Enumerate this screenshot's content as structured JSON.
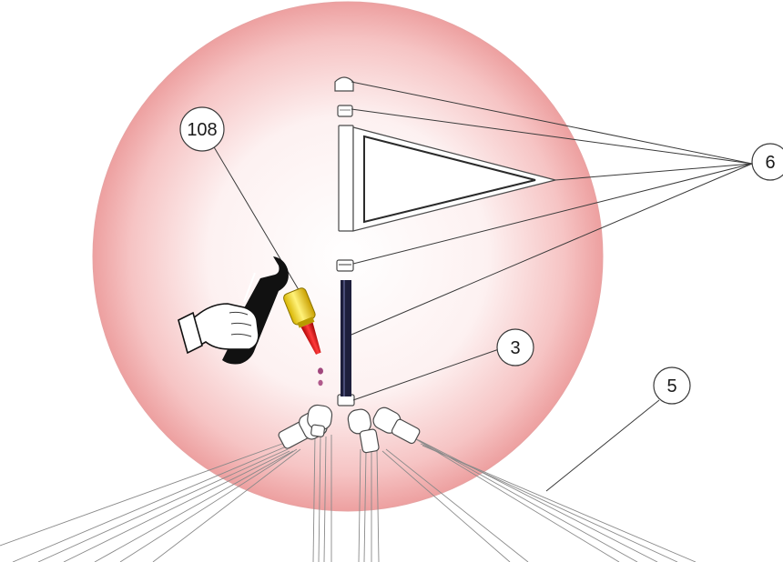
{
  "callouts": {
    "adhesive": "108",
    "flag_parts": "6",
    "hub": "3",
    "spokes": "5"
  },
  "colors": {
    "highlight_center": "#ffffff",
    "highlight_edge": "#e88a8a",
    "rod": "#1e1f3c",
    "bottle_body": "#f2d21b",
    "bottle_tip": "#d41a1a",
    "drop": "#a0467c"
  },
  "icons": [
    "hand-with-wrench-icon",
    "threadlocker-bottle-icon"
  ]
}
